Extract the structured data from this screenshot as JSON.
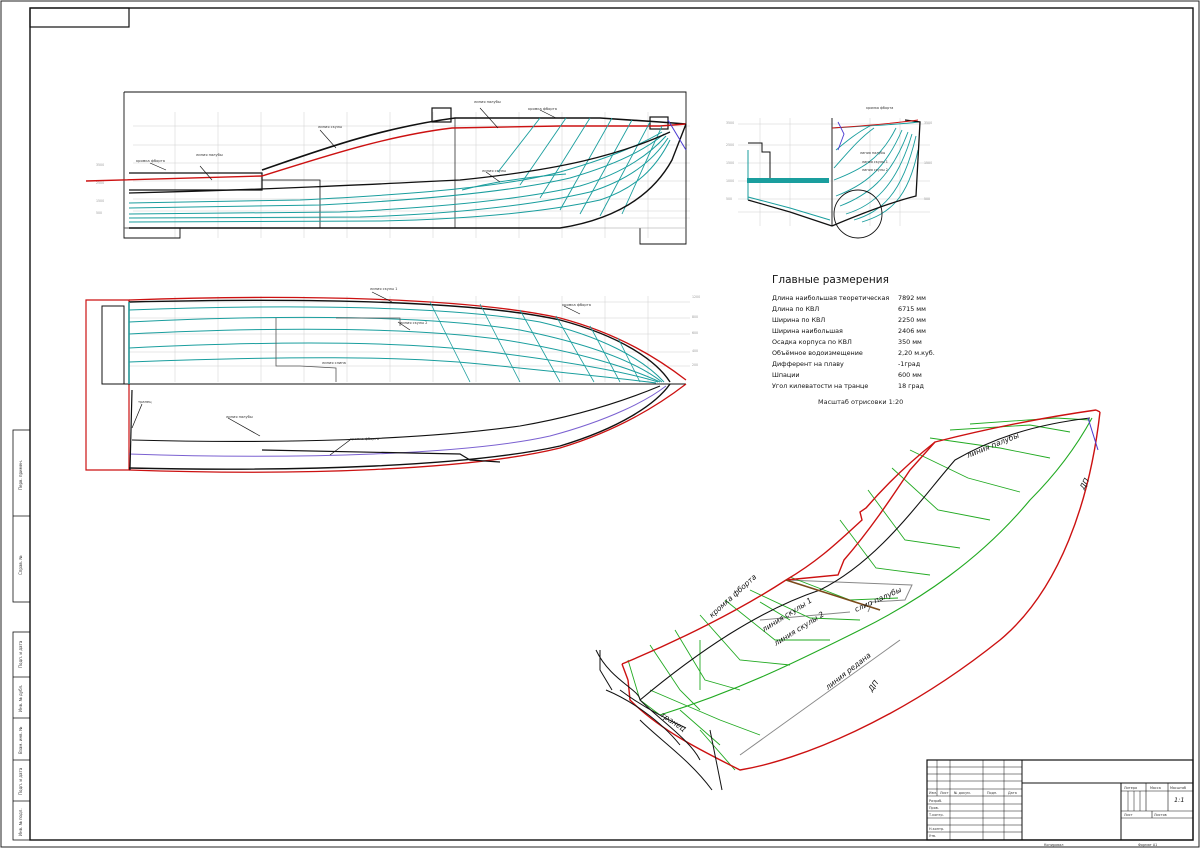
{
  "main_dimensions": {
    "title": "Главные размерения",
    "rows": [
      {
        "label": "Длина наибольшая теоретическая",
        "value": "7892 мм"
      },
      {
        "label": "Длина по КВЛ",
        "value": "6715 мм"
      },
      {
        "label": "Ширина по КВЛ",
        "value": "2250 мм"
      },
      {
        "label": "Ширина наибольшая",
        "value": "2406 мм"
      },
      {
        "label": "Осадка корпуса по КВЛ",
        "value": "350 мм"
      },
      {
        "label": "Объёмное водоизмещение",
        "value": "2,20 м.куб."
      },
      {
        "label": "Дифферент на плаву",
        "value": "-1град"
      },
      {
        "label": "Шпации",
        "value": "600 мм"
      },
      {
        "label": "Угол килеватости на транце",
        "value": "18 град"
      }
    ]
  },
  "scale_note": "Масштаб отрисовки  1:20",
  "iso_labels": {
    "deck_line": "линия палубы",
    "dp_top": "ДП",
    "dp_bottom": "ДП",
    "sheer": "кромка фборта",
    "spray_1": "линия скулы 1",
    "spray_2": "линия скулы 2",
    "deck_slip": "слип палубы",
    "redan": "линия редана",
    "transom": "транец"
  },
  "title_block": {
    "scale": "1:1",
    "mass_header": "Масса",
    "scale_header": "Масштаб",
    "letter_header": "Литера",
    "sheet_label": "Лист",
    "sheets_label": "Листов",
    "row_labels": [
      "Изм.",
      "Лист",
      "№ докум.",
      "Подп.",
      "Дата"
    ],
    "people": [
      "Разраб.",
      "Пров.",
      "Т.контр.",
      "Н.контр.",
      "Утв."
    ],
    "copied": "Копировал",
    "format": "Формат  A1"
  },
  "side_strip": [
    "Перв. примен.",
    "Справ. №",
    "Подп. и дата",
    "Инв. № дубл.",
    "Взам. инв. №",
    "Подп. и дата",
    "Инв. № подл."
  ],
  "colors": {
    "frame": "#111111",
    "outline": "#000000",
    "sheer_red": "#cc1111",
    "waterlines_teal": "#1a9e9e",
    "frames_green": "#22aa22",
    "chine_violet": "#7b61d1",
    "grid_gray": "#c8c8c8"
  }
}
